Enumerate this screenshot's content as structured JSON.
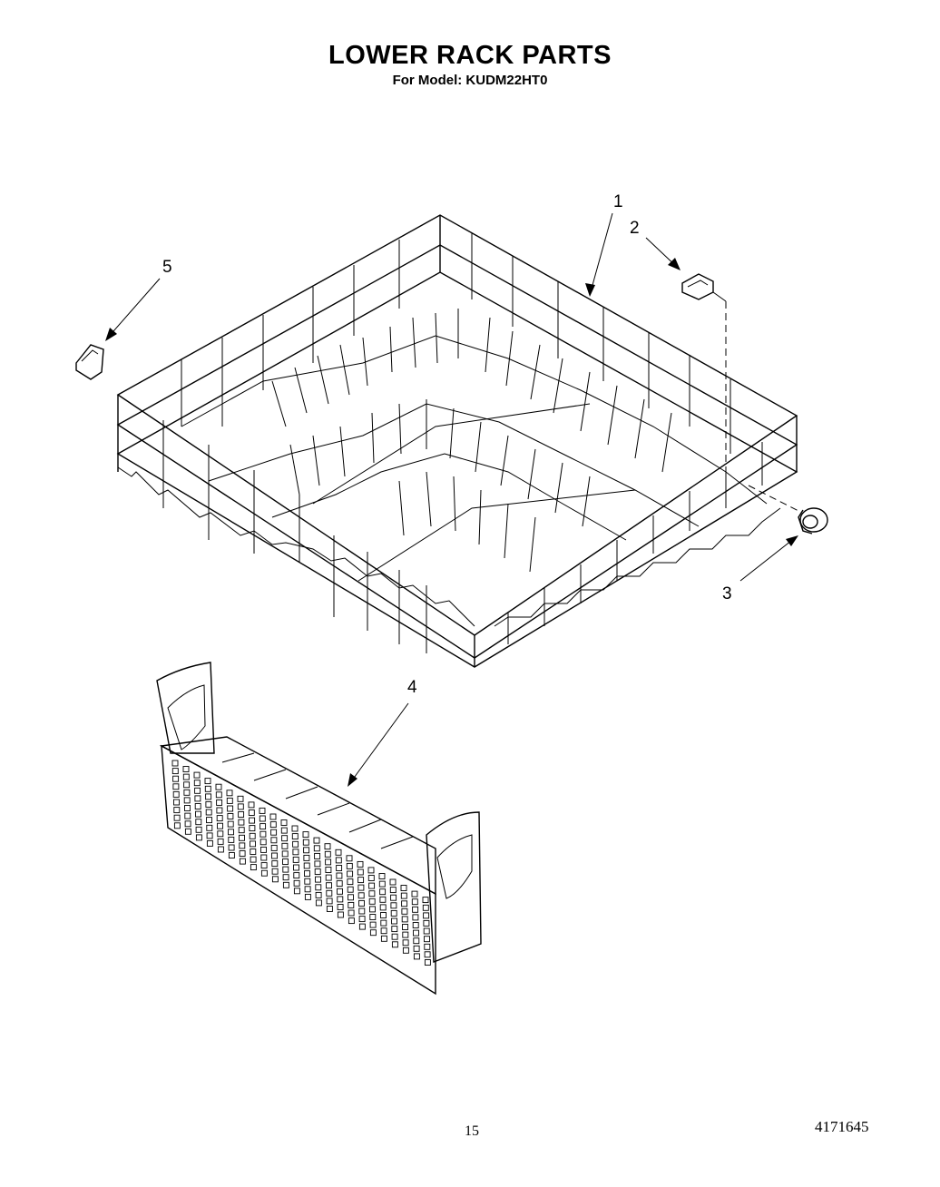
{
  "header": {
    "title": "LOWER RACK PARTS",
    "model_line": "For Model: KUDM22HT0"
  },
  "callouts": [
    {
      "id": "1",
      "label": "1"
    },
    {
      "id": "2",
      "label": "2"
    },
    {
      "id": "3",
      "label": "3"
    },
    {
      "id": "4",
      "label": "4"
    },
    {
      "id": "5",
      "label": "5"
    }
  ],
  "footer": {
    "page_number": "15",
    "document_number": "4171645"
  }
}
